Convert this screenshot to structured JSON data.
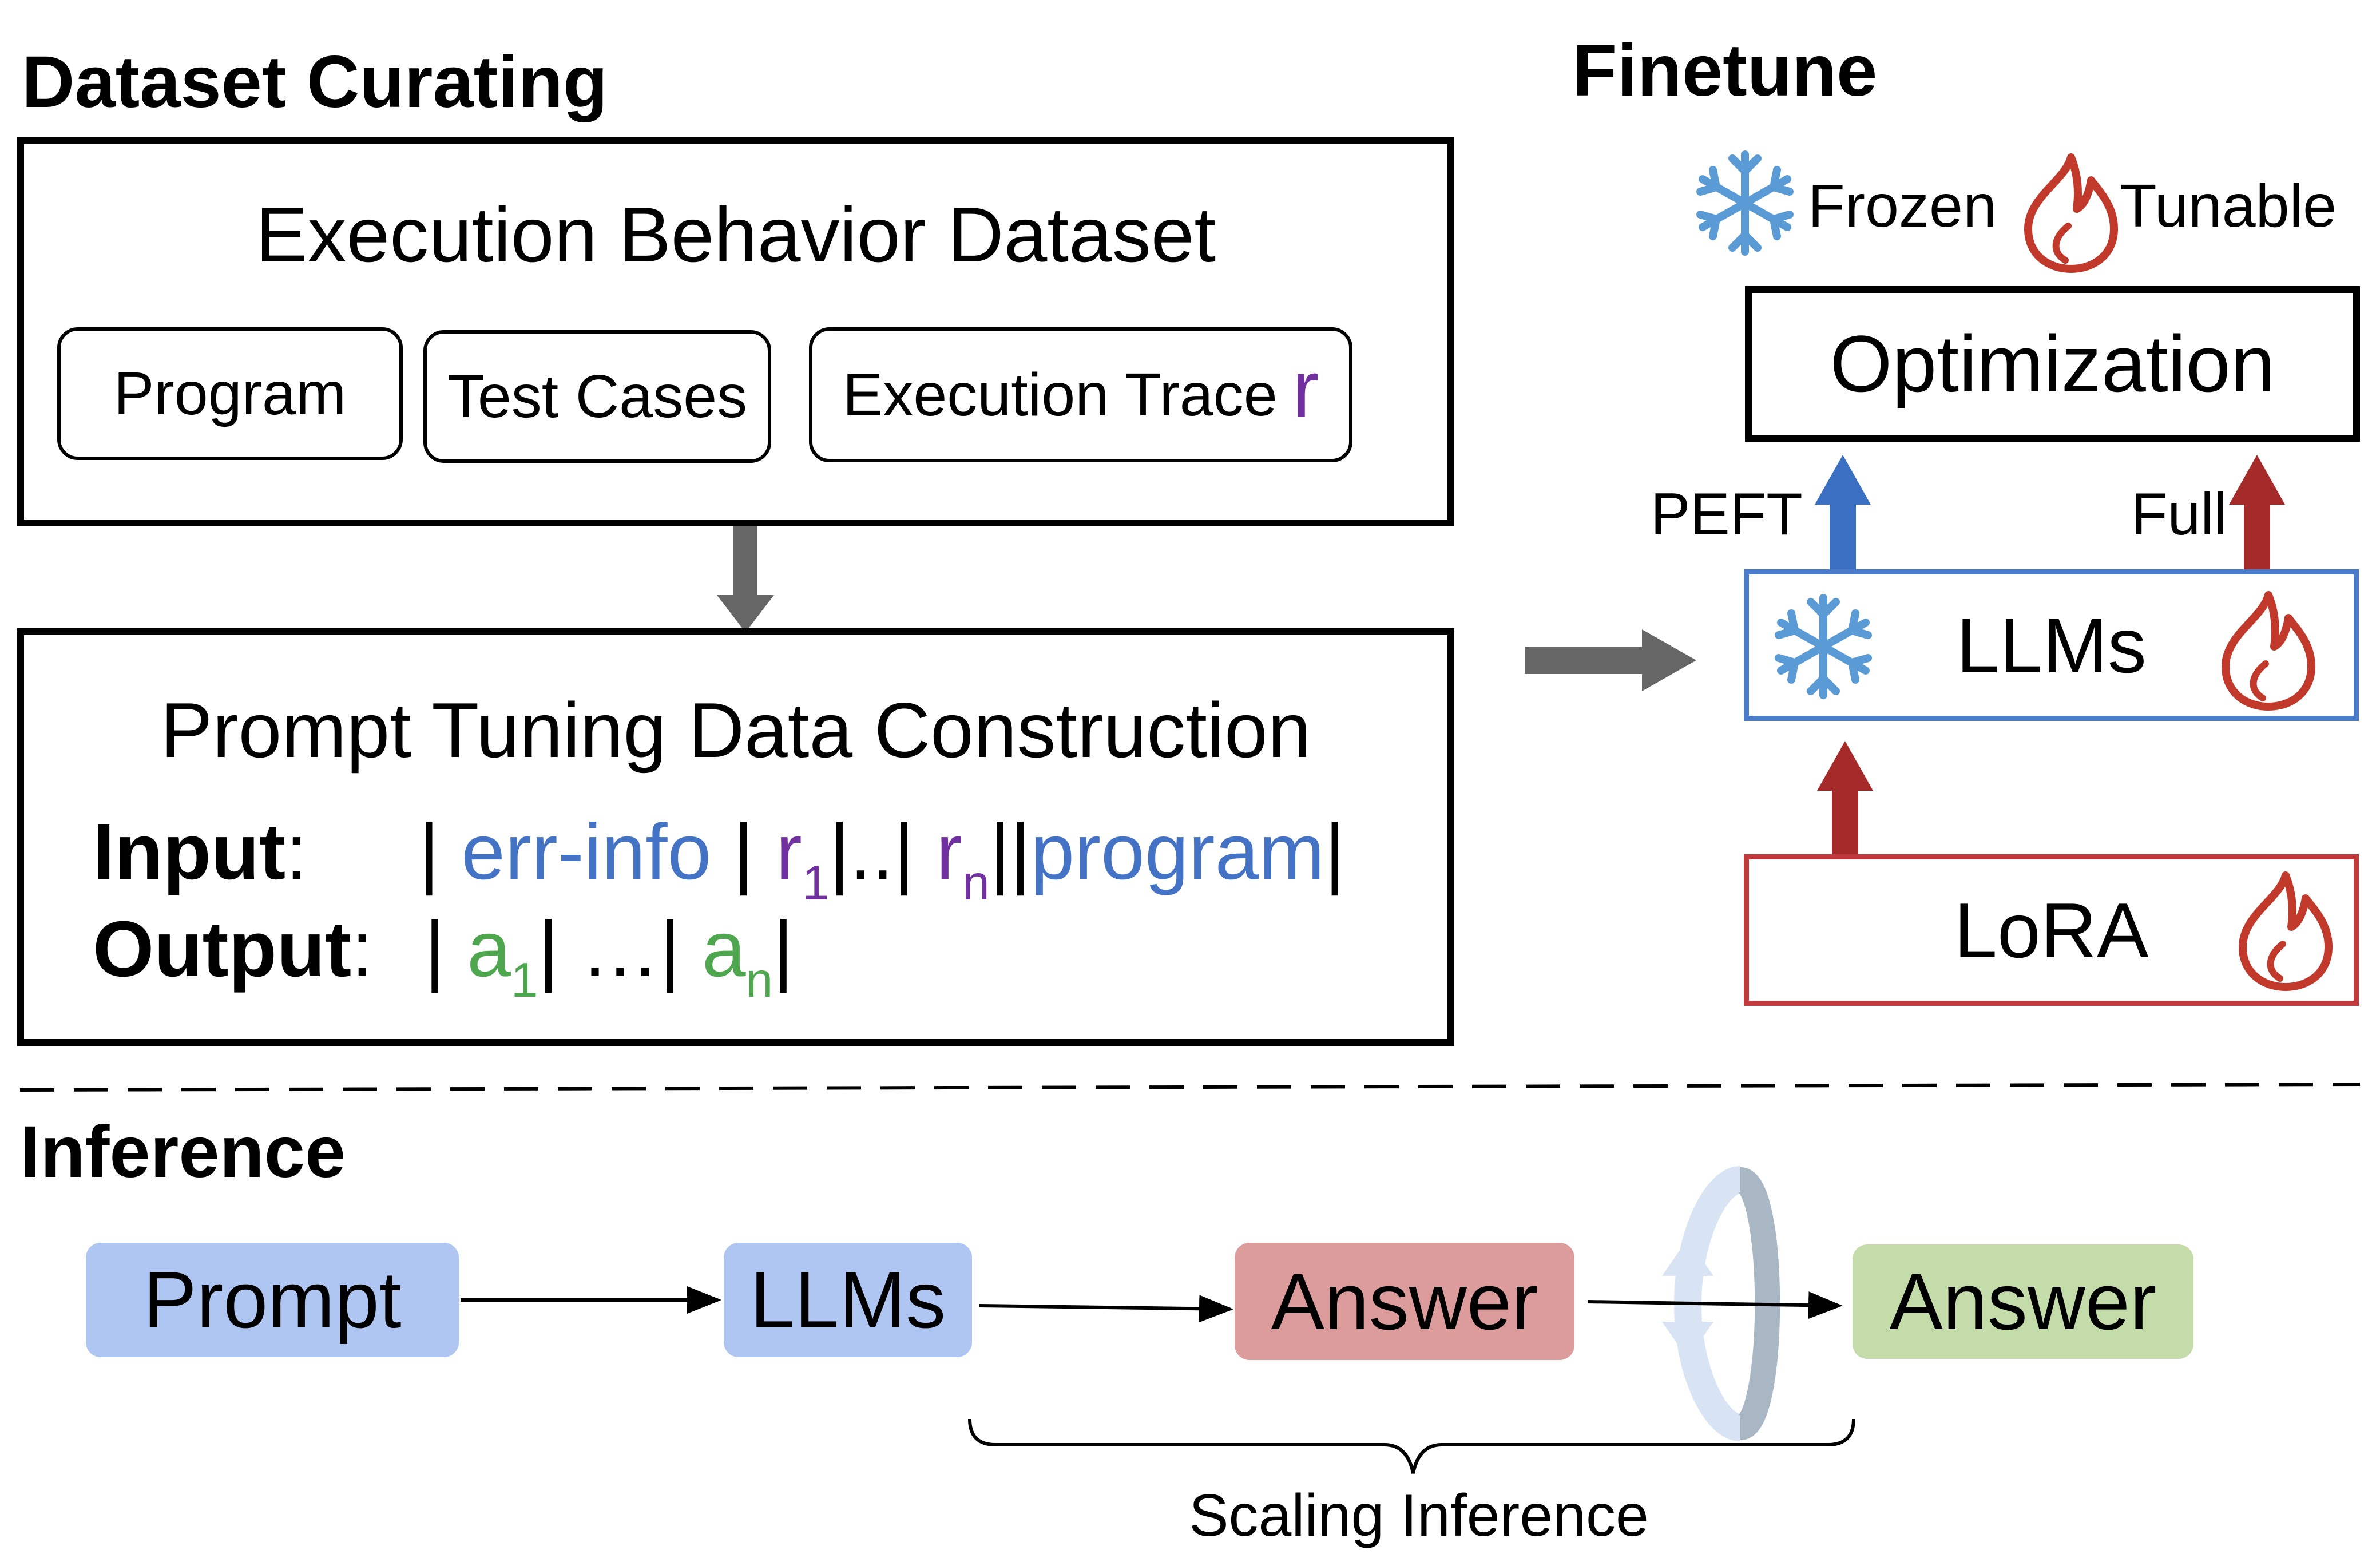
{
  "sections": {
    "dataset": "Dataset Curating",
    "finetune": "Finetune",
    "inference": "Inference"
  },
  "dataset_box": {
    "title": "Execution Behavior Dataset",
    "program": "Program",
    "test_cases": "Test Cases",
    "trace": "Execution Trace",
    "trace_symbol": "r"
  },
  "prompt_box": {
    "title": "Prompt Tuning Data Construction",
    "input_label": "Input",
    "output_label": "Output",
    "colon": ":",
    "input": {
      "bar": "|",
      "err_info": "err-info",
      "r": "r",
      "sub1": "1",
      "mid": "|..|",
      "subn": "n",
      "dbl": "||",
      "program": "program"
    },
    "output": {
      "bar": "|",
      "a": "a",
      "sub1": "1",
      "mid": "| …|",
      "subn": "n"
    }
  },
  "finetune": {
    "frozen": "Frozen",
    "tunable": "Tunable",
    "optimization": "Optimization",
    "peft": "PEFT",
    "full": "Full",
    "llms": "LLMs",
    "lora": "LoRA"
  },
  "inference": {
    "prompt": "Prompt",
    "llms": "LLMs",
    "answer1": "Answer",
    "answer2": "Answer",
    "scaling": "Scaling Inference"
  },
  "colors": {
    "blue_text": "#4472C4",
    "purple_text": "#7030A0",
    "green_text": "#4EA64E",
    "frozen_blue": "#5B9BD5",
    "flame_red": "#C0392B",
    "peft_arrow": "#3B6FC1",
    "red_arrow": "#A52A2A",
    "llm_border": "#4A7CC9",
    "lora_border": "#C0393D",
    "gray_arrow": "#666666",
    "prompt_fill": "#AFC5F2",
    "llms_fill": "#AFC5F2",
    "answer_red_fill": "#DC9C9C",
    "answer_green_fill": "#C3DCAA",
    "cycle_blue": "#D8E4F4",
    "cycle_gray": "#A9B6C4"
  }
}
